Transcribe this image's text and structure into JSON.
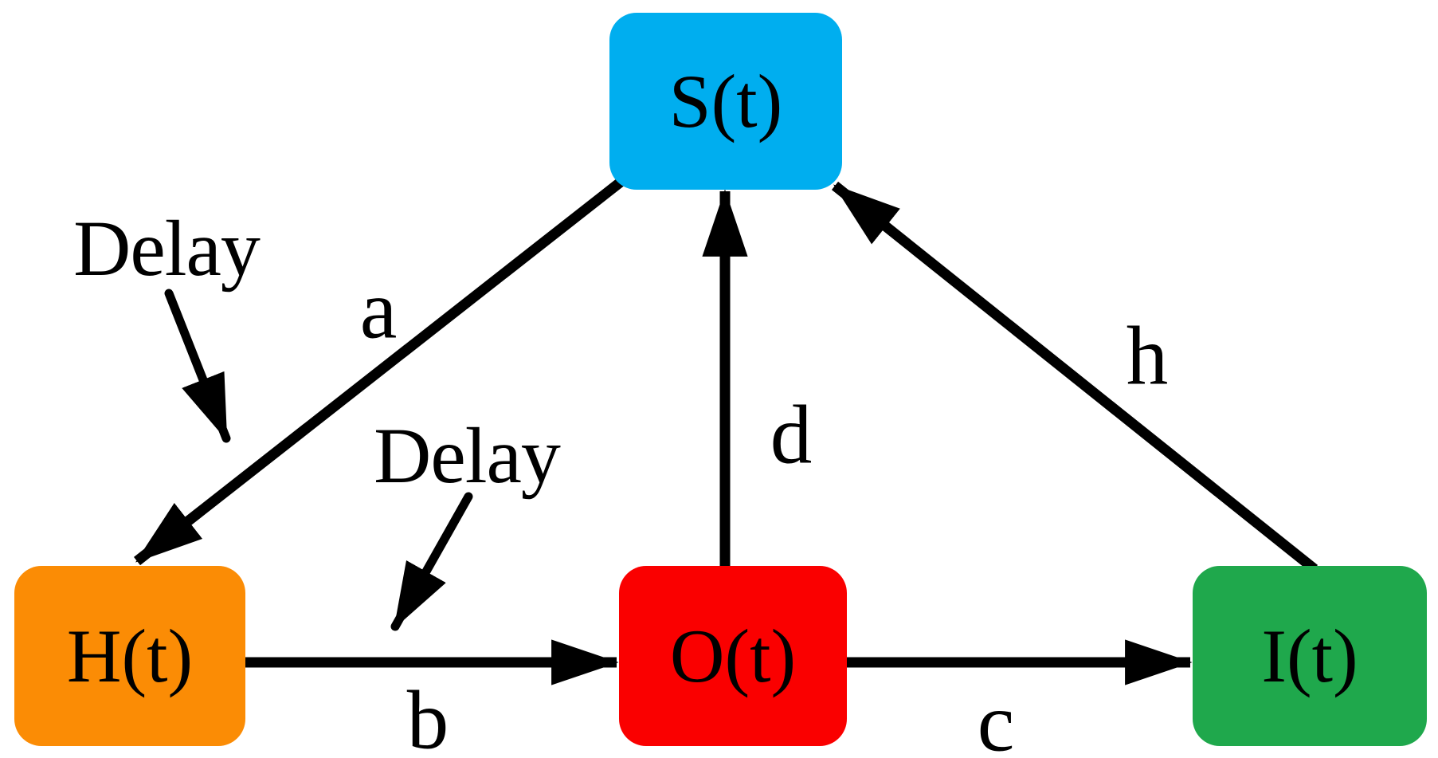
{
  "figure": {
    "background_color": "#FFFFFF",
    "arrow_color": "#000000",
    "nodes": [
      {
        "id": "S",
        "label": "S(t)",
        "color": "#00AEEF",
        "position": "top-center"
      },
      {
        "id": "H",
        "label": "H(t)",
        "color": "#FB8C05",
        "position": "bottom-left"
      },
      {
        "id": "O",
        "label": "O(t)",
        "color": "#FA0000",
        "position": "bottom-center"
      },
      {
        "id": "I",
        "label": "I(t)",
        "color": "#1FA84C",
        "position": "bottom-right"
      }
    ],
    "edges": [
      {
        "id": "a",
        "label": "a",
        "from": "S",
        "to": "H"
      },
      {
        "id": "b",
        "label": "b",
        "from": "H",
        "to": "O"
      },
      {
        "id": "c",
        "label": "c",
        "from": "O",
        "to": "I"
      },
      {
        "id": "d",
        "label": "d",
        "from": "O",
        "to": "S"
      },
      {
        "id": "h",
        "label": "h",
        "from": "I",
        "to": "S"
      }
    ],
    "annotations": [
      {
        "id": "delay-1",
        "label": "Delay",
        "points_to": "edge a"
      },
      {
        "id": "delay-2",
        "label": "Delay",
        "points_to": "edge b"
      }
    ]
  }
}
